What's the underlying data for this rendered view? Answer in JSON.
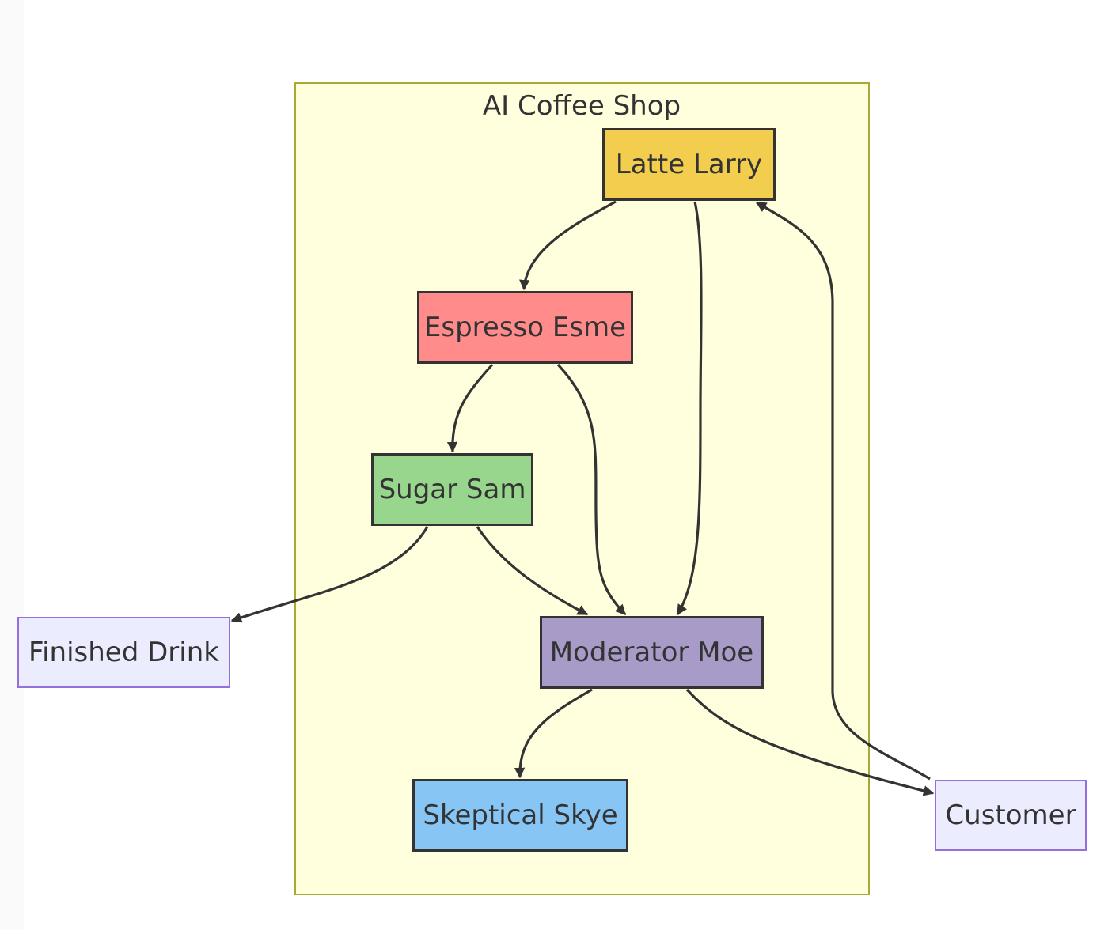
{
  "subgraph": {
    "title": "AI Coffee Shop",
    "fill": "#ffffde",
    "border": "#aaaa33"
  },
  "nodes": {
    "latte": {
      "label": "Latte Larry",
      "fill": "#f3cd4e"
    },
    "espresso": {
      "label": "Espresso Esme",
      "fill": "#ff8b8b"
    },
    "sugar": {
      "label": "Sugar Sam",
      "fill": "#97d68c"
    },
    "moe": {
      "label": "Moderator Moe",
      "fill": "#a89bc8"
    },
    "skye": {
      "label": "Skeptical Skye",
      "fill": "#86c5f4"
    },
    "finished": {
      "label": "Finished Drink",
      "fill": "#ececff"
    },
    "customer": {
      "label": "Customer",
      "fill": "#ececff"
    }
  },
  "edges": [
    {
      "from": "latte",
      "to": "espresso"
    },
    {
      "from": "latte",
      "to": "moe"
    },
    {
      "from": "espresso",
      "to": "sugar"
    },
    {
      "from": "espresso",
      "to": "moe"
    },
    {
      "from": "sugar",
      "to": "finished"
    },
    {
      "from": "sugar",
      "to": "moe"
    },
    {
      "from": "moe",
      "to": "skye"
    },
    {
      "from": "moe",
      "to": "customer"
    },
    {
      "from": "customer",
      "to": "latte"
    }
  ]
}
